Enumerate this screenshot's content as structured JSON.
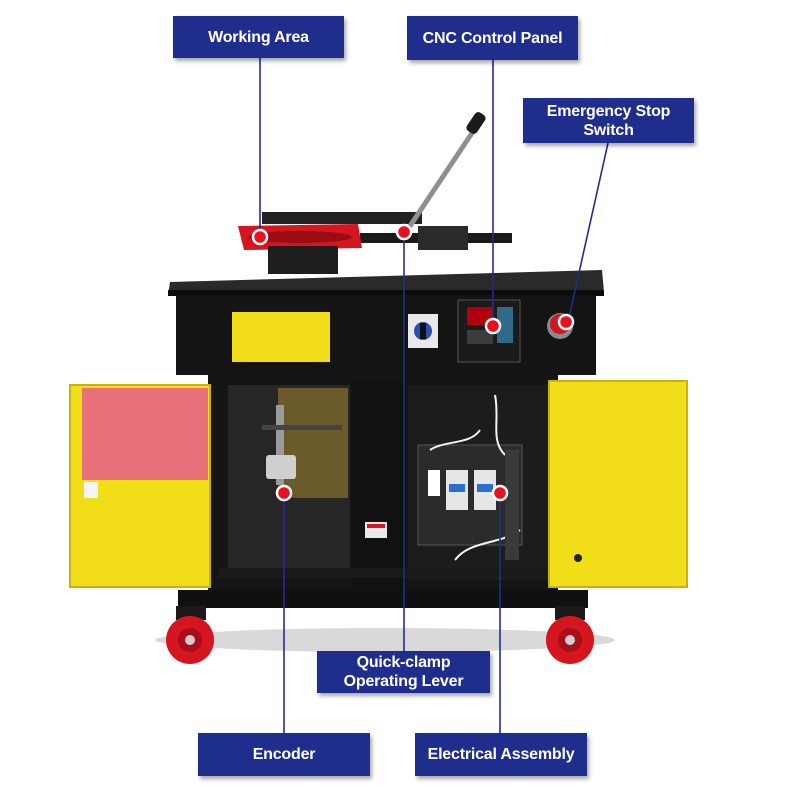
{
  "colors": {
    "label_bg": "#1f2e8c",
    "label_text": "#ffffff",
    "leader_line": "#1f2e8c",
    "marker_fill": "#e8101c",
    "marker_ring": "#ffffff",
    "machine_yellow": "#f2dd19",
    "machine_black": "#141414",
    "machine_red": "#d5151f"
  },
  "callouts": [
    {
      "id": "working-area",
      "text": "Working Area",
      "icon": "red-dot-marker"
    },
    {
      "id": "cnc-control-panel",
      "text": "CNC Control Panel",
      "icon": "red-dot-marker"
    },
    {
      "id": "emergency-stop-switch",
      "text": "Emergency Stop\nSwitch",
      "icon": "red-dot-marker"
    },
    {
      "id": "quick-clamp-operating-lever",
      "text": "Quick-clamp\nOperating Lever",
      "icon": "red-dot-marker"
    },
    {
      "id": "encoder",
      "text": "Encoder",
      "icon": "red-dot-marker"
    },
    {
      "id": "electrical-assembly",
      "text": "Electrical Assembly",
      "icon": "red-dot-marker"
    }
  ]
}
